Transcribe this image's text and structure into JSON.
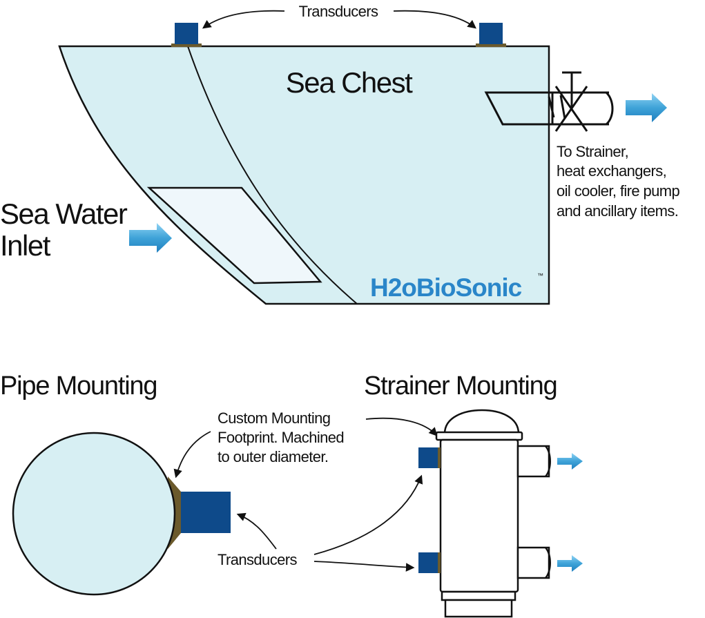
{
  "sea_chest": {
    "title": "Sea Chest",
    "transducers_label": "Transducers",
    "inlet_label_line1": "Sea Water",
    "inlet_label_line2": "Inlet",
    "outlet_lines": [
      "To Strainer,",
      "heat exchangers,",
      "oil cooler, fire pump",
      "and ancillary items."
    ],
    "logo_text": "H2oBioSonic",
    "logo_tm": "™"
  },
  "pipe_mounting": {
    "title": "Pipe Mounting",
    "footprint_lines": [
      "Custom Mounting",
      "Footprint. Machined",
      "to outer diameter."
    ],
    "transducers_label": "Transducers"
  },
  "strainer_mounting": {
    "title": "Strainer Mounting"
  },
  "colors": {
    "tank_fill": "#d7eff3",
    "grate_fill": "#eff7fb",
    "transducer": "#0e4a8a",
    "mount_base": "#6b5a2c",
    "arrow": "#3a9fd3",
    "logo": "#2a86c9"
  }
}
